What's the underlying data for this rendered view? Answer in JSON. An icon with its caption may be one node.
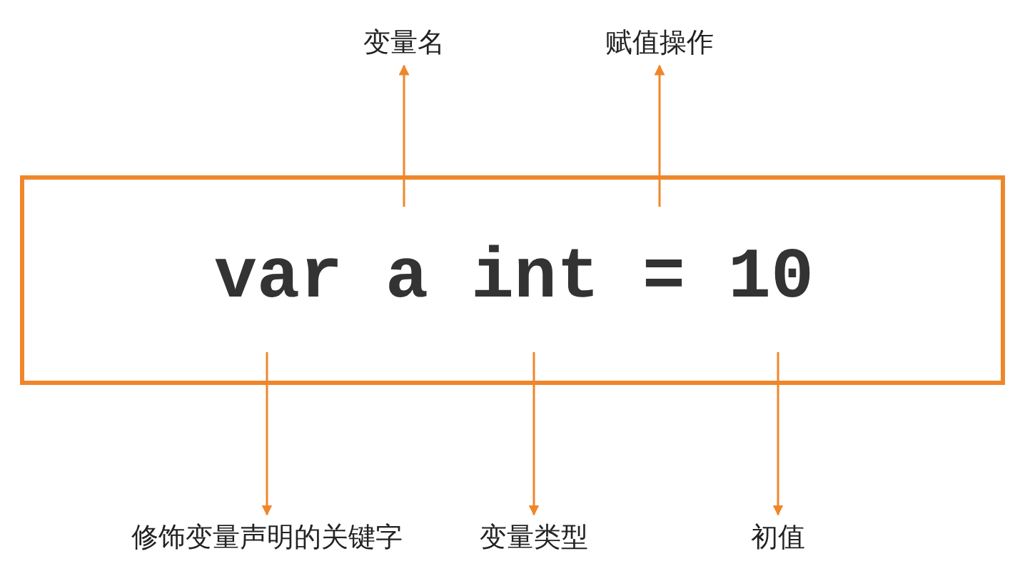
{
  "diagram": {
    "nodes": [
      {
        "text": [
          "变量名"
        ]
      },
      {
        "text": [
          "赋值操作"
        ]
      },
      {
        "text": [],
        "shape": "box"
      },
      {
        "text": [
          "var"
        ],
        "in": 2
      },
      {
        "text": [
          "a"
        ],
        "in": 2
      },
      {
        "text": [
          "int"
        ],
        "in": 2
      },
      {
        "text": [
          "="
        ],
        "in": 2
      },
      {
        "text": [
          "10"
        ],
        "in": 2
      },
      {
        "text": [
          "修饰变量声明的关键字"
        ]
      },
      {
        "text": [
          "变量类型"
        ]
      },
      {
        "text": [
          "初值"
        ]
      }
    ],
    "edges": [
      {
        "from": 4,
        "to": 0,
        "arrow": "to"
      },
      {
        "from": 6,
        "to": 1,
        "arrow": "to"
      },
      {
        "from": 3,
        "to": 8,
        "arrow": "to"
      },
      {
        "from": 5,
        "to": 9,
        "arrow": "to"
      },
      {
        "from": 7,
        "to": 10,
        "arrow": "to"
      }
    ]
  }
}
